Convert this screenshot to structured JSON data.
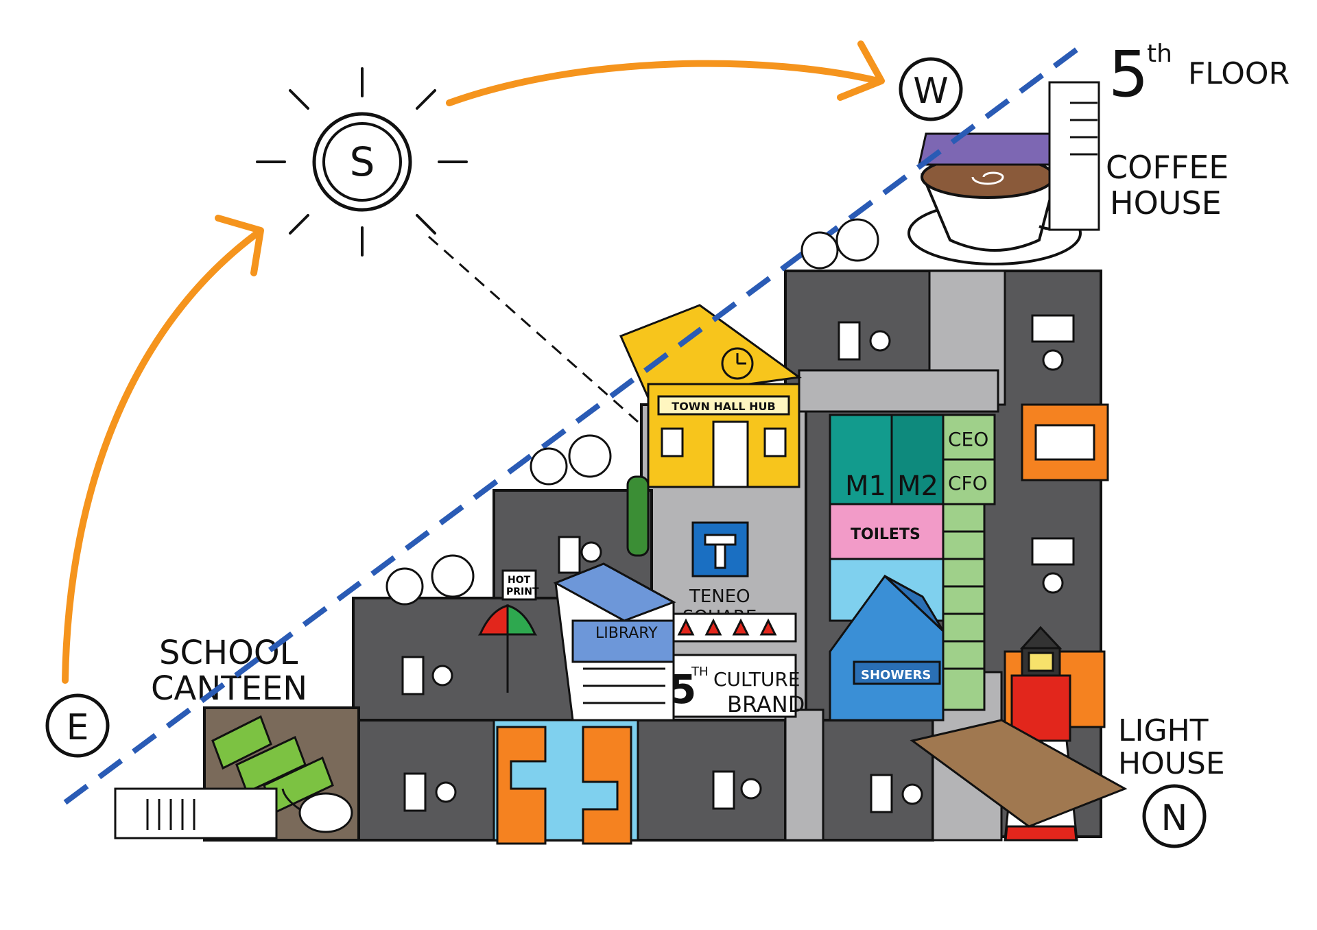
{
  "compass": {
    "east": "E",
    "south": "S",
    "west": "W",
    "north": "N"
  },
  "labels": {
    "floor_number": "5",
    "floor_suffix": "th",
    "floor_word": "FLOOR",
    "coffee_line1": "COFFEE",
    "coffee_line2": "HOUSE",
    "canteen_line1": "SCHOOL",
    "canteen_line2": "CANTEEN",
    "lighthouse_line1": "LIGHT",
    "lighthouse_line2": "HOUSE",
    "town_hall": "TOWN HALL HUB",
    "teneo_line1": "TENEO",
    "teneo_line2": "SQUARE",
    "library": "LIBRARY",
    "hot_print_line1": "HOT",
    "hot_print_line2": "PRINT",
    "culture_number": "5",
    "culture_suffix": "TH",
    "culture_word": "CULTURE",
    "brand": "BRAND",
    "meeting1": "M1",
    "meeting2": "M2",
    "ceo": "CEO",
    "cfo": "CFO",
    "toilets": "TOILETS",
    "showers": "SHOWERS"
  },
  "colors": {
    "building": "#58585a",
    "corridor": "#b4b4b6",
    "sun_arc": "#f5941d",
    "roofline": "#2a5bb5",
    "town_hall": "#f7c51c",
    "teal": "#129b8d",
    "green_panel": "#9fd08a",
    "pink": "#f29bc8",
    "light_blue": "#7fd0ee",
    "library_blue": "#6d97d9",
    "purple": "#7d67b3",
    "orange": "#f58220",
    "lime": "#7cc242",
    "canteen_floor": "#7a6a5a",
    "lighthouse_red": "#e2261c"
  }
}
